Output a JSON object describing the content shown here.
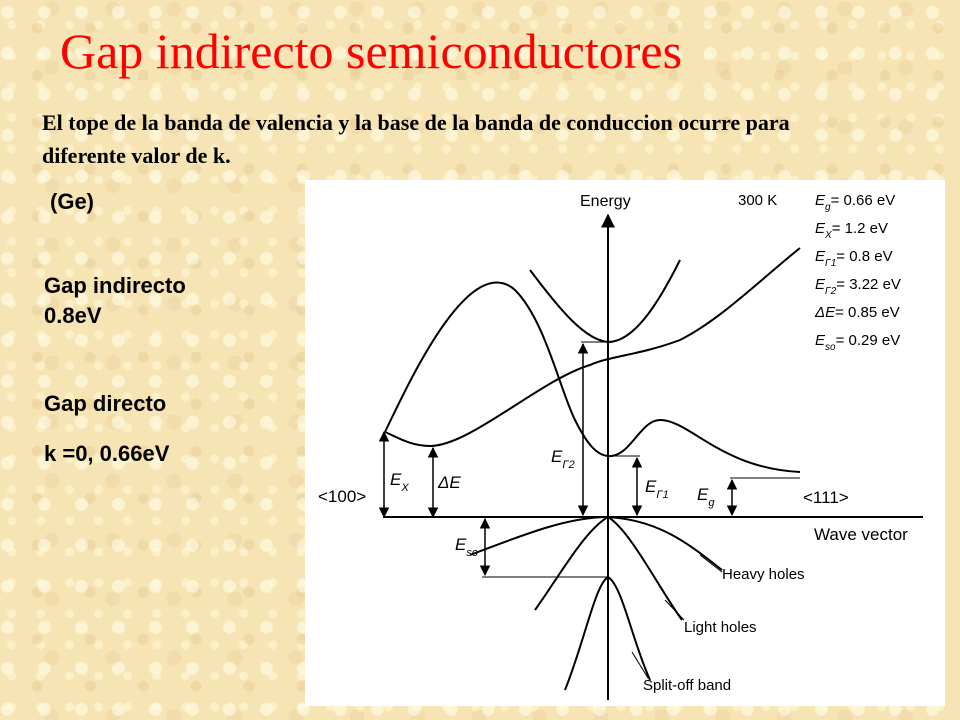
{
  "slide": {
    "title": "Gap indirecto semiconductores",
    "subtitle": "El tope de la banda de valencia y la base de la banda  de conduccion ocurre para diferente valor de k.",
    "material": "(Ge)",
    "indirect_label": "Gap indirecto",
    "indirect_value": "0.8eV",
    "direct_label": "Gap directo",
    "direct_value": "k =0, 0.66eV"
  },
  "diagram": {
    "axis_energy": "Energy",
    "axis_wave": "Wave vector",
    "dir_100": "<100>",
    "dir_111": "<111>",
    "temperature": "300 K",
    "params": [
      {
        "sym": "E",
        "sub": "g",
        "value": "= 0.66 eV"
      },
      {
        "sym": "E",
        "sub": "X",
        "value": "= 1.2 eV"
      },
      {
        "sym": "E",
        "sub": "Γ1",
        "value": "= 0.8 eV"
      },
      {
        "sym": "E",
        "sub": "Γ2",
        "value": "= 3.22 eV"
      },
      {
        "sym": "ΔE",
        "sub": "",
        "value": "= 0.85 eV"
      },
      {
        "sym": "E",
        "sub": "so",
        "value": "= 0.29 eV"
      }
    ],
    "gap_labels": {
      "ex": {
        "sym": "E",
        "sub": "X"
      },
      "de": {
        "sym": "ΔE",
        "sub": ""
      },
      "eg2": {
        "sym": "E",
        "sub": "Γ2"
      },
      "eg1": {
        "sym": "E",
        "sub": "Γ1"
      },
      "eg": {
        "sym": "E",
        "sub": "g"
      },
      "eso": {
        "sym": "E",
        "sub": "so"
      }
    },
    "heavy_holes": "Heavy holes",
    "light_holes": "Light holes",
    "split_off": "Split-off band"
  }
}
